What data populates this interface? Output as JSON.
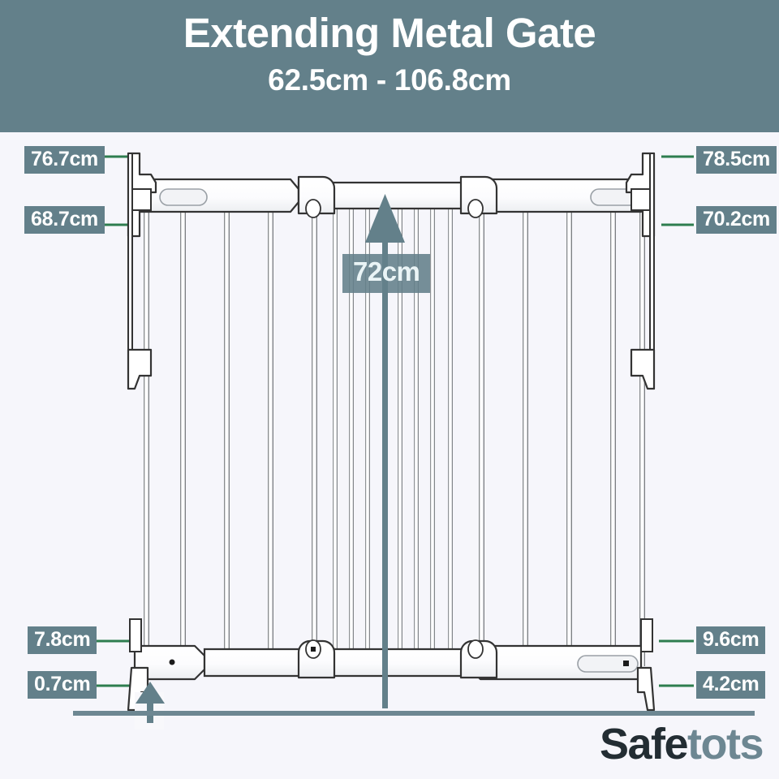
{
  "header": {
    "title": "Extending Metal Gate",
    "subtitle": "62.5cm - 106.8cm",
    "bg_color": "#63808a"
  },
  "diagram": {
    "product": "Extending Metal Gate",
    "background_color": "#f6f6fb",
    "line_color": "#333333",
    "leader_line_color": "#2e7d4f",
    "measurement_line_color": "#63808a",
    "callouts": [
      {
        "id": "top-left-outer",
        "value": "76.7cm",
        "position": "top-left"
      },
      {
        "id": "top-left-inner",
        "value": "68.7cm",
        "position": "top-left"
      },
      {
        "id": "top-right-outer",
        "value": "78.5cm",
        "position": "top-right"
      },
      {
        "id": "top-right-inner",
        "value": "70.2cm",
        "position": "top-right"
      },
      {
        "id": "bottom-left-upper",
        "value": "7.8cm",
        "position": "bottom-left"
      },
      {
        "id": "bottom-left-lower",
        "value": "0.7cm",
        "position": "bottom-left"
      },
      {
        "id": "bottom-right-upper",
        "value": "9.6cm",
        "position": "bottom-right"
      },
      {
        "id": "bottom-right-lower",
        "value": "4.2cm",
        "position": "bottom-right"
      },
      {
        "id": "center-height",
        "value": "72cm",
        "position": "center"
      }
    ]
  },
  "footer": {
    "brand_part1": "Safe",
    "brand_part2": "tots",
    "brand_color1": "#232d33",
    "brand_color2": "#6d8792",
    "rule_color": "#6d8792"
  }
}
